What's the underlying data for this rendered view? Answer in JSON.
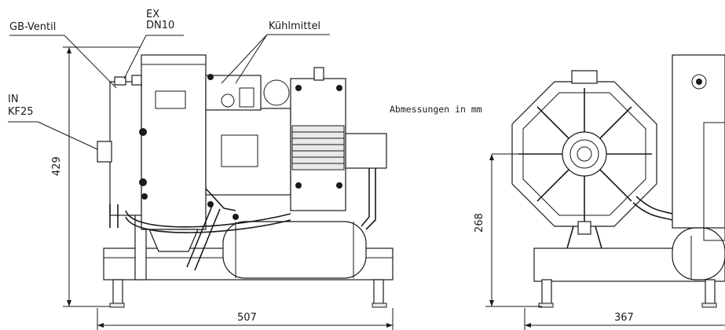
{
  "labels": {
    "gb_ventil": "GB-Ventil",
    "ex": "EX",
    "dn10": "DN10",
    "kuehlmittel": "Kühlmittel",
    "in": "IN",
    "kf25": "KF25",
    "abmessungen": "Abmessungen in mm"
  },
  "dimensions": {
    "front_height": "429",
    "front_width": "507",
    "side_height": "268",
    "side_width": "367"
  }
}
